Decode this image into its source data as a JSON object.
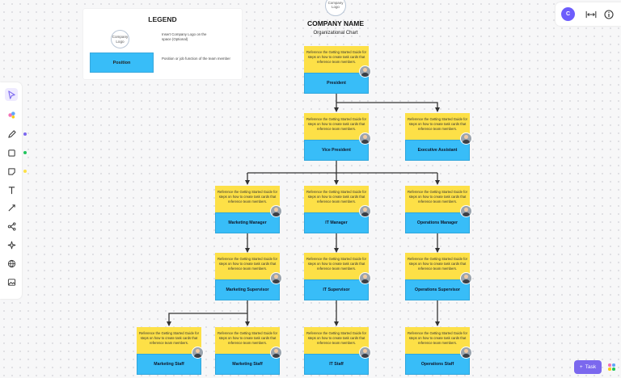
{
  "legend": {
    "title": "LEGEND",
    "logo_label": "Company Logo",
    "logo_note": "Insert Company Logo on the space (Optional)",
    "position_label": "Position",
    "position_note": "Position or job function of the team member"
  },
  "header": {
    "logo_label": "Company Logo",
    "company_name": "COMPANY NAME",
    "subtitle": "Organizational Chart"
  },
  "card_note": "Reference the Getting Started Guide for steps on how to create task cards that reference team members.",
  "cards": [
    {
      "id": "president",
      "role": "President"
    },
    {
      "id": "vice-president",
      "role": "Vice President"
    },
    {
      "id": "executive-assistant",
      "role": "Executive Assistant"
    },
    {
      "id": "marketing-manager",
      "role": "Marketing Manager"
    },
    {
      "id": "it-manager",
      "role": "IT Manager"
    },
    {
      "id": "operations-manager",
      "role": "Operations Manager"
    },
    {
      "id": "marketing-supervisor",
      "role": "Marketing Supervisor"
    },
    {
      "id": "it-supervisor",
      "role": "IT Supervisor"
    },
    {
      "id": "operations-supervisor",
      "role": "Operations Supervisor"
    },
    {
      "id": "marketing-staff-1",
      "role": "Marketing Staff"
    },
    {
      "id": "marketing-staff-2",
      "role": "Marketing Staff"
    },
    {
      "id": "it-staff",
      "role": "IT Staff"
    },
    {
      "id": "operations-staff",
      "role": "Operations Staff"
    }
  ],
  "toolbar": {
    "tools": [
      "select-tool",
      "ai-tool",
      "pen-tool",
      "shape-tool",
      "sticky-note-tool",
      "text-tool",
      "connector-tool",
      "mindmap-tool",
      "magic-tool",
      "web-embed-tool",
      "image-tool"
    ],
    "dot_colors": [
      "#7b68ee",
      "#22c55e",
      "#fde047"
    ]
  },
  "top_right": {
    "user_initial": "C"
  },
  "task_button": {
    "label": "Task",
    "icon": "+"
  },
  "colors": {
    "note": "#fde047",
    "role": "#38bdf8",
    "accent": "#7b68ee"
  }
}
